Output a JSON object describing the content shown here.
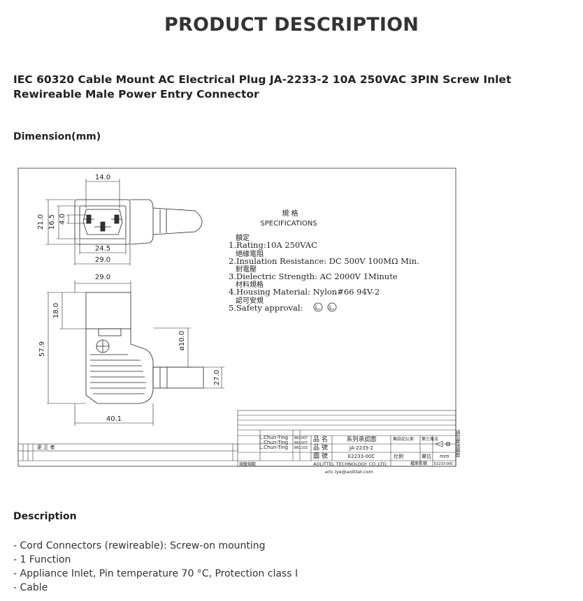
{
  "page": {
    "title": "PRODUCT DESCRIPTION"
  },
  "product": {
    "title": "IEC 60320 Cable Mount AC Electrical Plug JA-2233-2 10A 250VAC 3PIN Screw Inlet Rewireable Male Power Entry Connector"
  },
  "dimension_section": {
    "heading": "Dimension(mm)"
  },
  "drawing": {
    "dims": {
      "top_width": "14.0",
      "left_height": "21.0",
      "inner_height": "16.5",
      "pin_height": "4.0",
      "inner_width": "24.5",
      "outer_width": "29.0",
      "side_width": "29.0",
      "side_top_height": "18.0",
      "total_height": "57.9",
      "cable_diameter": "ø10.0",
      "cable_offset": "27.0",
      "bottom_width": "40.1"
    },
    "specs": {
      "heading_cn": "規 格",
      "heading_en": "SPECIFICATIONS",
      "items": [
        {
          "cn": "額定",
          "en": "1.Rating:10A 250VAC"
        },
        {
          "cn": "絕緣電阻",
          "en": "2.Insulation Resistance: DC 500V 100MΩ Min."
        },
        {
          "cn": "耐電壓",
          "en": "3.Dielectric Strength: AC 2000V 1Minute"
        },
        {
          "cn": "材料規格",
          "en": "4.Housing Material: Nylon#66 94V-2"
        },
        {
          "cn": "認可安規",
          "en": "5.Safety approval:"
        }
      ]
    },
    "title_block": {
      "drafter_1": "L.Chun-Ting",
      "drafter_2": "L.Chun-Ting",
      "drafter_3": "L.Chun-Ting",
      "date_1": "881007",
      "date_2": "881007",
      "date_3": "881102",
      "label_name": "品 名",
      "label_model": "品 號",
      "label_drawing": "圖 號",
      "name_value": "系列承認圖",
      "model_value": "JA-2233-2",
      "drawing_value": "E2233-00C",
      "tolerance_label": "無註記公差",
      "projection_label": "第三角法",
      "scale_label": "比例",
      "unit_label": "單位",
      "unit_value": "mm",
      "file_label": "檔案名稱",
      "file_value": "E2233-00C",
      "company": "AOLITTEL TECHNOLOGY CO.,LTD.",
      "email": "eric.lye@aolittel.com",
      "revision_label": "更 正 者",
      "check_label": "規變規範",
      "side_note": "請勿實測圖面"
    }
  },
  "description_section": {
    "heading": "Description",
    "items": [
      "- Cord Connectors (rewireable): Screw-on mounting",
      "- 1 Function",
      "- Appliance Inlet, Pin temperature 70 °C, Protection class I",
      "- Cable"
    ]
  }
}
